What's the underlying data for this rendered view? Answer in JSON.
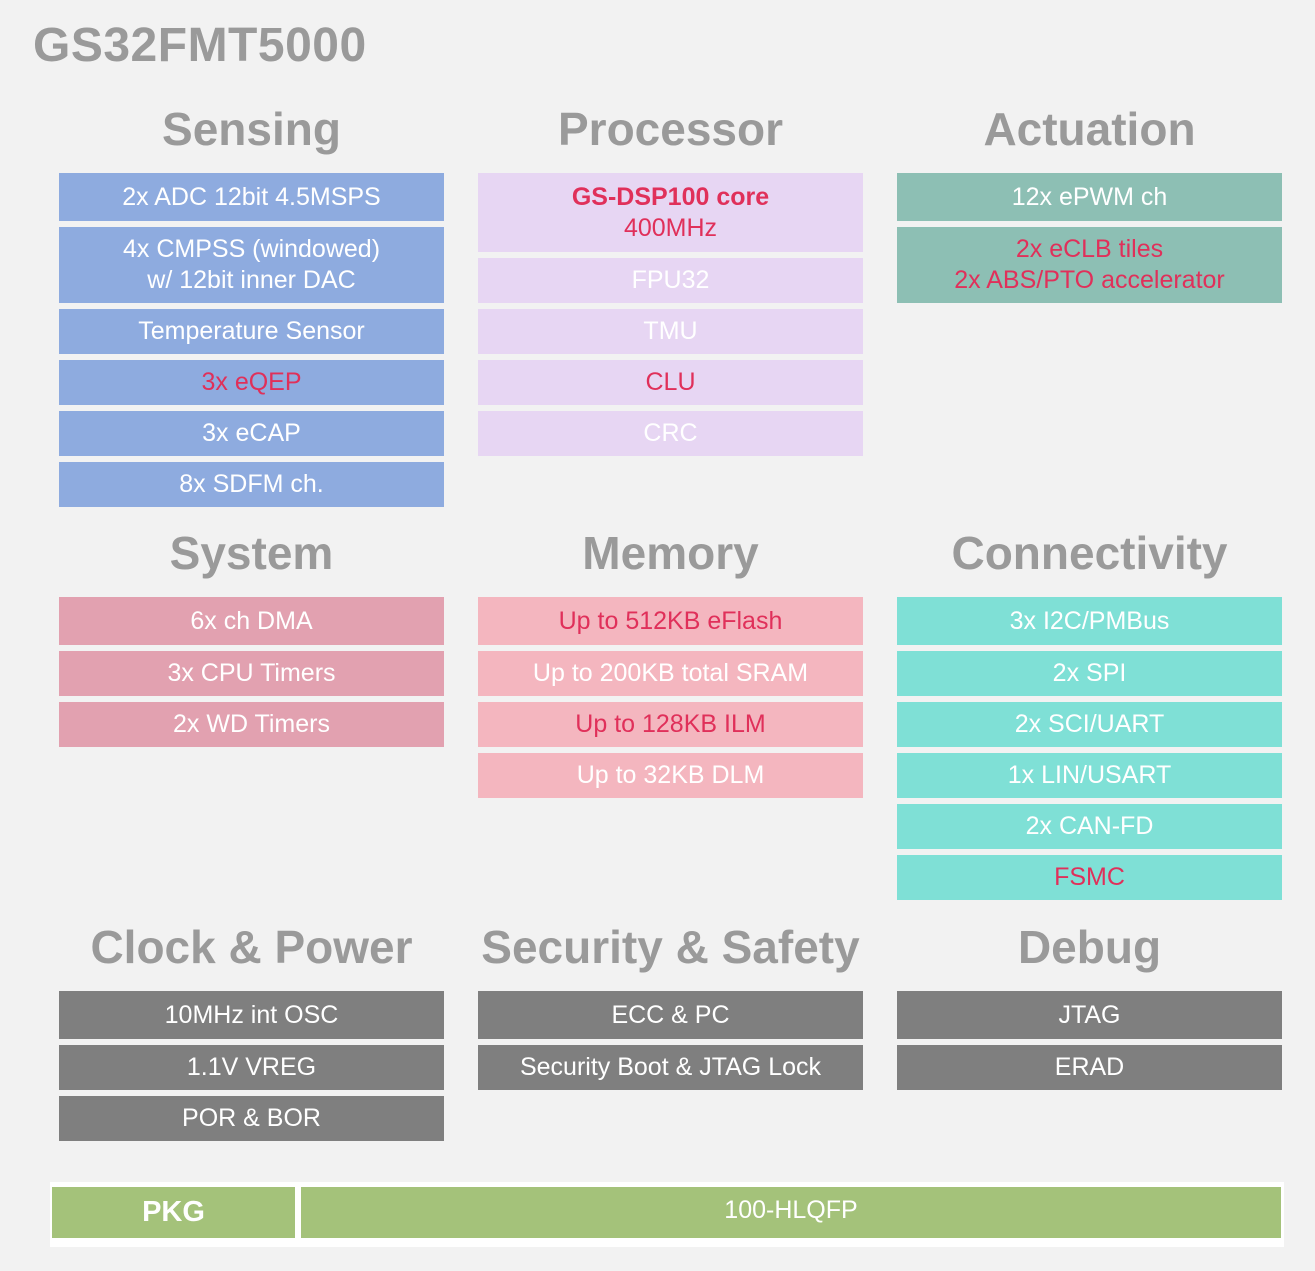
{
  "title": "GS32FMT5000",
  "sections": {
    "sensing": {
      "title": "Sensing",
      "items": [
        {
          "lines": [
            "2x ADC 12bit 4.5MSPS"
          ]
        },
        {
          "lines": [
            "4x CMPSS (windowed)",
            "w/ 12bit inner DAC"
          ]
        },
        {
          "lines": [
            "Temperature Sensor"
          ]
        },
        {
          "lines": [
            "3x eQEP"
          ],
          "highlight": true
        },
        {
          "lines": [
            "3x eCAP"
          ]
        },
        {
          "lines": [
            "8x SDFM ch."
          ]
        }
      ]
    },
    "processor": {
      "title": "Processor",
      "items": [
        {
          "lines": [
            "GS-DSP100 core",
            "400MHz"
          ],
          "highlight": true
        },
        {
          "lines": [
            "FPU32"
          ]
        },
        {
          "lines": [
            "TMU"
          ]
        },
        {
          "lines": [
            "CLU"
          ],
          "highlight": true
        },
        {
          "lines": [
            "CRC"
          ]
        }
      ]
    },
    "actuation": {
      "title": "Actuation",
      "items": [
        {
          "lines": [
            "12x ePWM ch"
          ]
        },
        {
          "lines": [
            "2x eCLB tiles",
            "2x ABS/PTO accelerator"
          ],
          "highlight": true
        }
      ]
    },
    "system": {
      "title": "System",
      "items": [
        {
          "lines": [
            "6x ch DMA"
          ]
        },
        {
          "lines": [
            "3x CPU Timers"
          ]
        },
        {
          "lines": [
            "2x WD Timers"
          ]
        }
      ]
    },
    "memory": {
      "title": "Memory",
      "items": [
        {
          "lines": [
            "Up to 512KB eFlash"
          ],
          "highlight": true
        },
        {
          "lines": [
            "Up to 200KB total SRAM"
          ]
        },
        {
          "lines": [
            "Up to 128KB ILM"
          ],
          "highlight": true
        },
        {
          "lines": [
            "Up to 32KB DLM"
          ]
        }
      ]
    },
    "connectivity": {
      "title": "Connectivity",
      "items": [
        {
          "lines": [
            "3x I2C/PMBus"
          ]
        },
        {
          "lines": [
            "2x SPI"
          ]
        },
        {
          "lines": [
            "2x SCI/UART"
          ]
        },
        {
          "lines": [
            "1x LIN/USART"
          ]
        },
        {
          "lines": [
            "2x CAN-FD"
          ]
        },
        {
          "lines": [
            "FSMC"
          ],
          "highlight": true
        }
      ]
    },
    "clock": {
      "title": "Clock & Power",
      "items": [
        {
          "lines": [
            "10MHz int OSC"
          ]
        },
        {
          "lines": [
            "1.1V VREG"
          ]
        },
        {
          "lines": [
            "POR & BOR"
          ]
        }
      ]
    },
    "security": {
      "title": "Security & Safety",
      "items": [
        {
          "lines": [
            "ECC & PC"
          ]
        },
        {
          "lines": [
            "Security Boot & JTAG Lock"
          ]
        }
      ]
    },
    "debug": {
      "title": "Debug",
      "items": [
        {
          "lines": [
            "JTAG"
          ]
        },
        {
          "lines": [
            "ERAD"
          ]
        }
      ]
    }
  },
  "package": {
    "label": "PKG",
    "value": "100-HLQFP"
  },
  "colors": {
    "background": "#f2f2f2",
    "heading": "#9a9a9a",
    "highlight_text": "#e0305a",
    "sensing": "#8eabdf",
    "processor": "#e7d6f3",
    "actuation": "#8dbfb4",
    "system": "#e2a1b0",
    "memory": "#f4b6bf",
    "connectivity": "#7fe0d6",
    "infrastructure": "#7f7f7f",
    "package": "#a4c27a"
  }
}
